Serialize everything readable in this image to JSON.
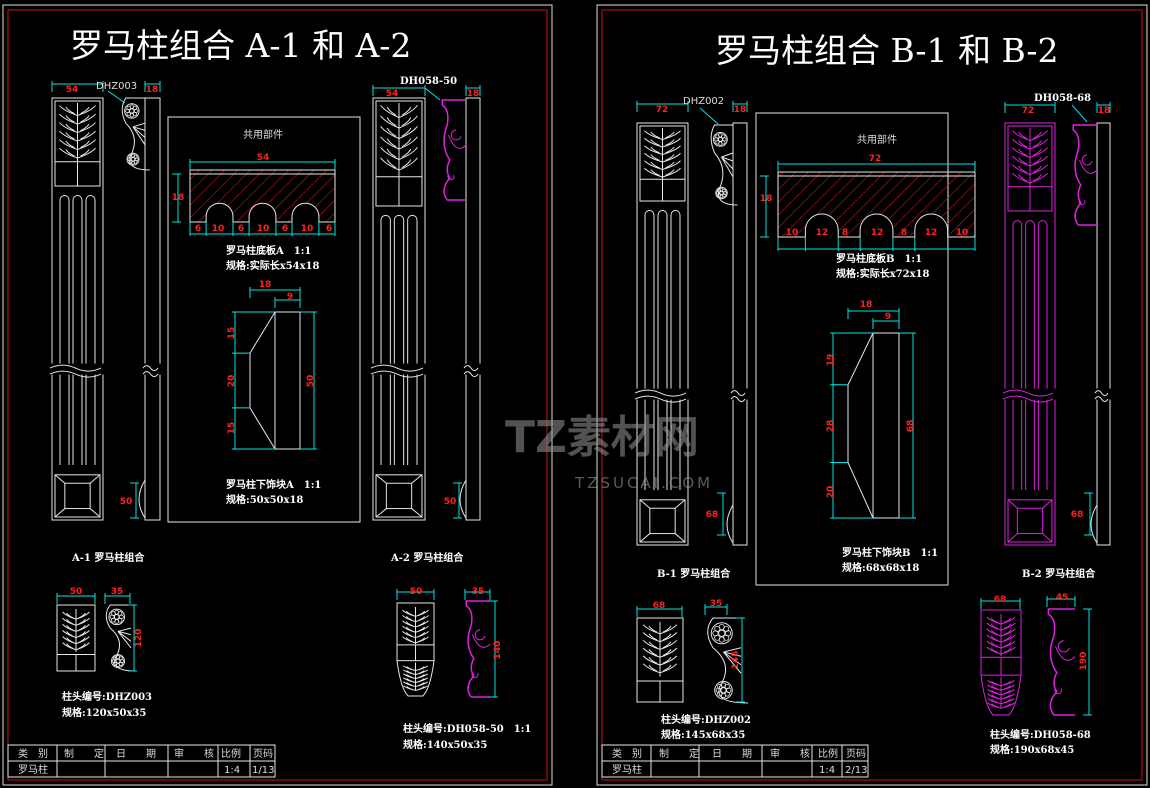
{
  "sheets": [
    {
      "title": "罗马柱组合 A-1 和 A-2",
      "common_parts_label": "共用部件",
      "head_code_left": "DHZ003",
      "head_code_right": "DH058-50",
      "column_dims": {
        "left_width": "54",
        "left_depth": "18",
        "right_width": "54",
        "right_depth": "18",
        "left_base": "50",
        "right_base": "50"
      },
      "plate": {
        "width": "54",
        "height": "18",
        "segments": [
          "6",
          "10",
          "6",
          "10",
          "6",
          "10",
          "6"
        ],
        "name": "罗马柱底板A　1:1",
        "spec": "规格:实际长x54x18"
      },
      "block": {
        "depth": "18",
        "inner": "9",
        "parts": [
          "15",
          "20",
          "15"
        ],
        "height": "50",
        "name": "罗马柱下饰块A　1:1",
        "spec": "规格:50x50x18"
      },
      "combo_left": "A-1 罗马柱组合",
      "combo_right": "A-2 罗马柱组合",
      "head_left": {
        "width": "50",
        "depth": "35",
        "height": "120",
        "code": "柱头编号:DHZ003",
        "spec": "规格:120x50x35"
      },
      "head_right": {
        "width": "50",
        "depth": "35",
        "height": "140",
        "code": "柱头编号:DH058-50　1:1",
        "spec": "规格:140x50x35"
      },
      "title_block": {
        "headers": [
          "类　别",
          "制　　定",
          "日　　期",
          "审　　核",
          "比例",
          "页码"
        ],
        "values": [
          "罗马柱",
          "",
          "",
          "",
          "1:4",
          "1/13"
        ]
      }
    },
    {
      "title": "罗马柱组合 B-1 和 B-2",
      "common_parts_label": "共用部件",
      "head_code_left": "DHZ002",
      "head_code_right": "DH058-68",
      "column_dims": {
        "left_width": "72",
        "left_depth": "18",
        "right_width": "72",
        "right_depth": "18",
        "left_base": "68",
        "right_base": "68"
      },
      "plate": {
        "width": "72",
        "height": "18",
        "segments": [
          "10",
          "12",
          "8",
          "12",
          "8",
          "12",
          "10"
        ],
        "name": "罗马柱底板B　1:1",
        "spec": "规格:实际长x72x18"
      },
      "block": {
        "depth": "18",
        "inner": "9",
        "parts": [
          "19",
          "28",
          "20"
        ],
        "height": "68",
        "name": "罗马柱下饰块B　1:1",
        "spec": "规格:68x68x18"
      },
      "combo_left": "B-1 罗马柱组合",
      "combo_right": "B-2 罗马柱组合",
      "head_left": {
        "width": "68",
        "depth": "35",
        "height": "145",
        "code": "柱头编号:DHZ002",
        "spec": "规格:145x68x35"
      },
      "head_right": {
        "width": "68",
        "depth": "45",
        "height": "190",
        "code": "柱头编号:DH058-68",
        "spec": "规格:190x68x45"
      },
      "title_block": {
        "headers": [
          "类　别",
          "制　　定",
          "日　　期",
          "审　　核",
          "比例",
          "页码"
        ],
        "values": [
          "罗马柱",
          "",
          "",
          "",
          "1:4",
          "2/13"
        ]
      }
    }
  ],
  "watermark": {
    "text": "TZ素材网",
    "url": "TZSUCAI.COM"
  },
  "colors": {
    "frame_red": "#c8141e",
    "dim_cyan": "#00e5e5",
    "dim_text": "#ff2020",
    "magenta": "#e020e0",
    "line": "#e6e6e6"
  }
}
